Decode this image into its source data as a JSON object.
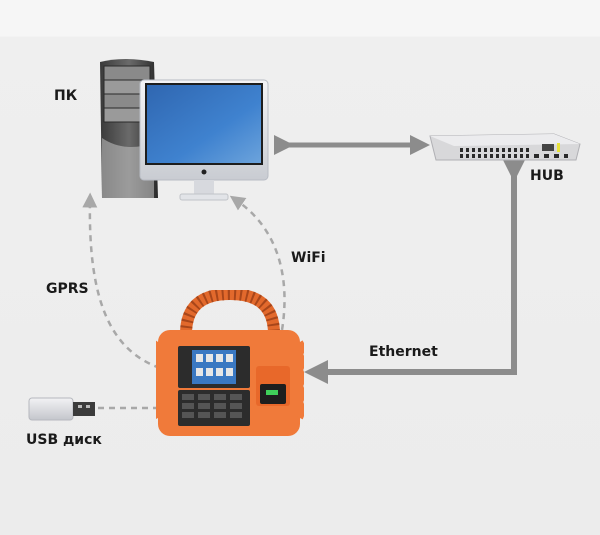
{
  "nodes": {
    "pc": {
      "label": "ПК"
    },
    "hub": {
      "label": "HUB"
    },
    "usb": {
      "label": "USB диск"
    },
    "device": {
      "label": ""
    }
  },
  "links": {
    "gprs": {
      "label": "GPRS",
      "style": "dashed",
      "from": "device",
      "to": "pc"
    },
    "wifi": {
      "label": "WiFi",
      "style": "dashed",
      "from": "device",
      "to": "pc"
    },
    "ethernet": {
      "label": "Ethernet",
      "style": "solid",
      "from": "hub",
      "to": "device"
    },
    "pc_hub": {
      "label": "",
      "style": "solid",
      "from": "hub",
      "to": "pc",
      "bidirectional": true
    },
    "usb_device": {
      "label": "",
      "style": "dashed",
      "from": "usb",
      "to": "device"
    }
  },
  "colors": {
    "device_orange": "#f07a3a",
    "arrow_gray": "#8c8c8c",
    "screen_blue": "#3a78c2"
  }
}
